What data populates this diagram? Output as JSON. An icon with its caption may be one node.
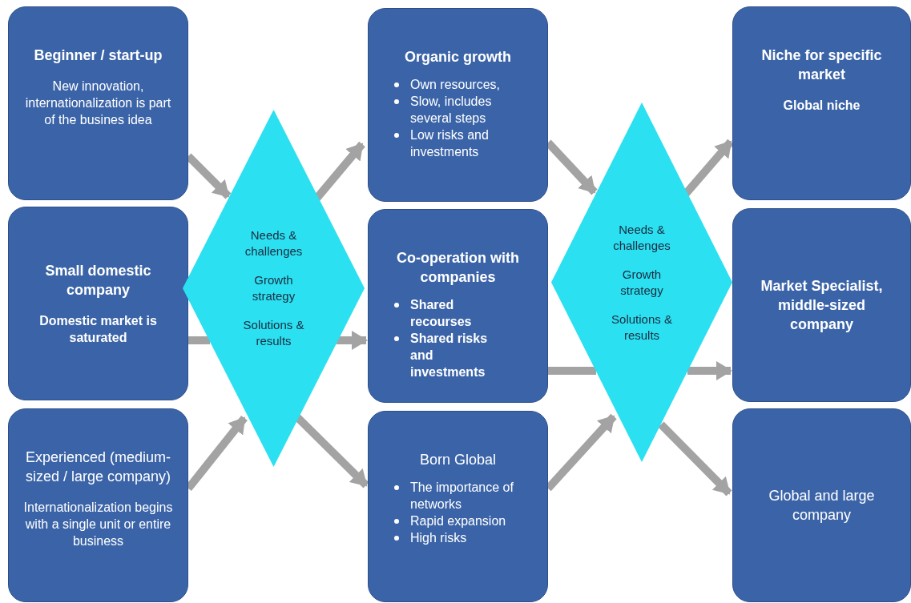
{
  "diagram": {
    "nodes": [
      {
        "text": [
          "Beginner / start-up",
          "New innovation, internationalization is part of the busines idea"
        ]
      },
      {
        "text": [
          "Small domestic company",
          "Domestic market is saturated"
        ]
      },
      {
        "text": [
          "Experienced (medium-sized / large company)",
          "Internationalization begins with a single unit or entire business"
        ]
      },
      {
        "text": [
          "Needs & challenges",
          "Growth strategy",
          "Solutions & results"
        ]
      },
      {
        "text": [
          "Organic growth",
          "Own resources,",
          "Slow, includes several steps",
          "Low risks and investments"
        ]
      },
      {
        "text": [
          "Co-operation with companies",
          "Shared recourses",
          "Shared risks and investments"
        ]
      },
      {
        "text": [
          "Born Global",
          "The importance of networks",
          "Rapid expansion",
          "High risks"
        ]
      },
      {
        "text": [
          "Needs & challenges",
          "Growth strategy",
          "Solutions & results"
        ]
      },
      {
        "text": [
          "Niche for specific market",
          "Global niche"
        ]
      },
      {
        "text": [
          "Market Specialist, middle-sized company"
        ]
      },
      {
        "text": [
          "Global and large company"
        ]
      }
    ],
    "edges": [
      {
        "from": 0,
        "to": 3,
        "arrow": "to"
      },
      {
        "from": 1,
        "to": 3,
        "arrow": "none"
      },
      {
        "from": 2,
        "to": 3,
        "arrow": "to"
      },
      {
        "from": 3,
        "to": 4,
        "arrow": "to"
      },
      {
        "from": 3,
        "to": 5,
        "arrow": "to"
      },
      {
        "from": 3,
        "to": 6,
        "arrow": "to"
      },
      {
        "from": 4,
        "to": 7,
        "arrow": "to"
      },
      {
        "from": 5,
        "to": 7,
        "arrow": "none"
      },
      {
        "from": 7,
        "to": 9,
        "arrow": "to"
      },
      {
        "from": 6,
        "to": 7,
        "arrow": "to"
      },
      {
        "from": 7,
        "to": 8,
        "arrow": "to"
      },
      {
        "from": 7,
        "to": 10,
        "arrow": "to"
      }
    ]
  }
}
